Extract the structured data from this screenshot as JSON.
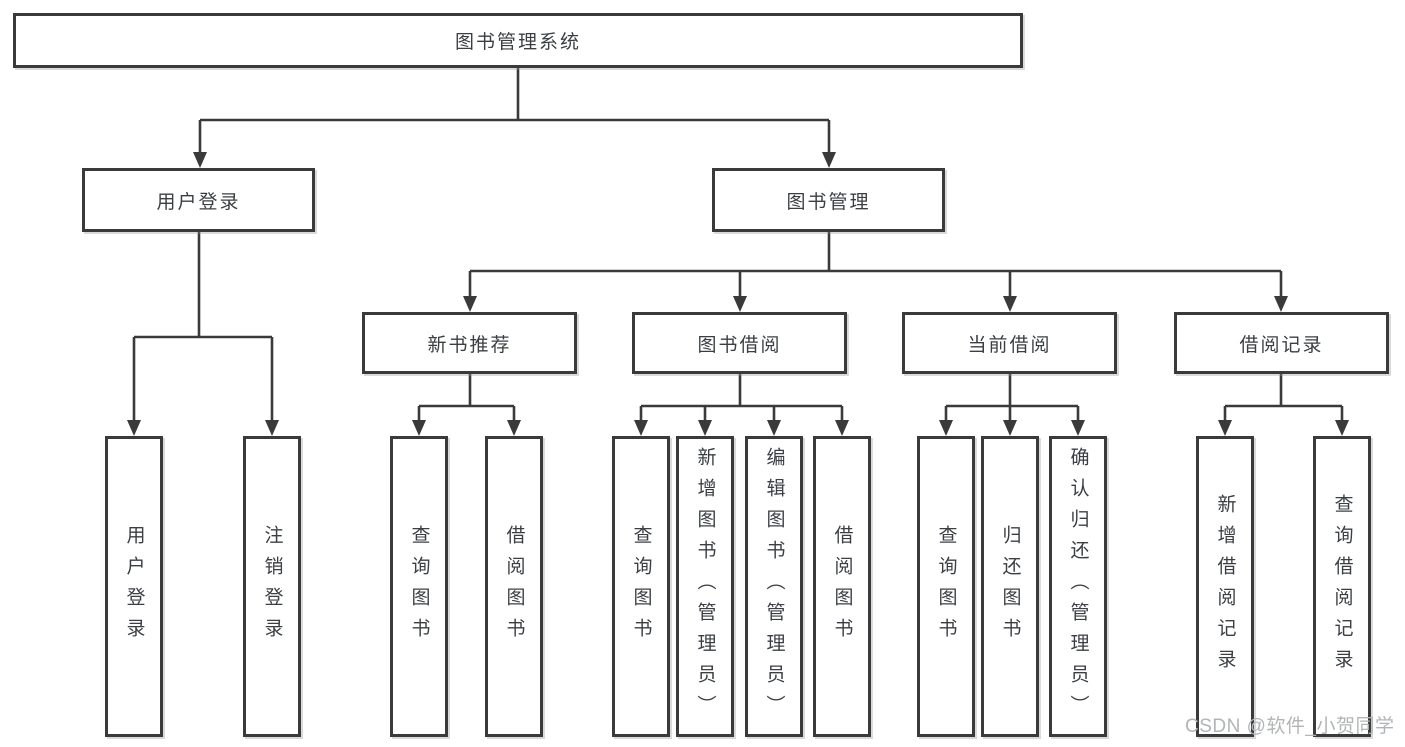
{
  "diagram_title": "图书管理系统",
  "tree": {
    "label": "图书管理系统",
    "children": [
      {
        "label": "用户登录",
        "children": [
          {
            "label": "用户登录"
          },
          {
            "label": "注销登录"
          }
        ]
      },
      {
        "label": "图书管理",
        "children": [
          {
            "label": "新书推荐",
            "children": [
              {
                "label": "查询图书"
              },
              {
                "label": "借阅图书"
              }
            ]
          },
          {
            "label": "图书借阅",
            "children": [
              {
                "label": "查询图书"
              },
              {
                "label": "新增图书（管理员）"
              },
              {
                "label": "编辑图书（管理员）"
              },
              {
                "label": "借阅图书"
              }
            ]
          },
          {
            "label": "当前借阅",
            "children": [
              {
                "label": "查询图书"
              },
              {
                "label": "归还图书"
              },
              {
                "label": "确认归还（管理员）"
              }
            ]
          },
          {
            "label": "借阅记录",
            "children": [
              {
                "label": "新增借阅记录"
              },
              {
                "label": "查询借阅记录"
              }
            ]
          }
        ]
      }
    ]
  },
  "watermark": "CSDN @软件_小贺同学",
  "colors": {
    "line": "#3a3a3a",
    "box_border": "#3a3a3a",
    "text": "#3b3f44",
    "background": "#ffffff",
    "watermark": "#b2b5b7"
  }
}
